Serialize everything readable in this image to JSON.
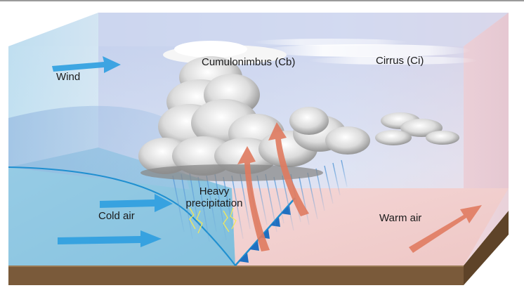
{
  "labels": {
    "wind": "Wind",
    "cumulonimbus": "Cumulonimbus (Cb)",
    "cirrus": "Cirrus (Ci)",
    "heavy_precip_line1": "Heavy",
    "heavy_precip_line2": "precipitation",
    "cold_air": "Cold air",
    "warm_air": "Warm air"
  },
  "colors": {
    "cold_air": "#8ec4e0",
    "warm_air": "#f1d4d2",
    "sky_top": "#c9d4ee",
    "front_line": "#1f8fd0",
    "wind_arrow": "#2e9fe0",
    "updraft_arrow": "#e07b60",
    "ground": "#7a5a3a"
  }
}
